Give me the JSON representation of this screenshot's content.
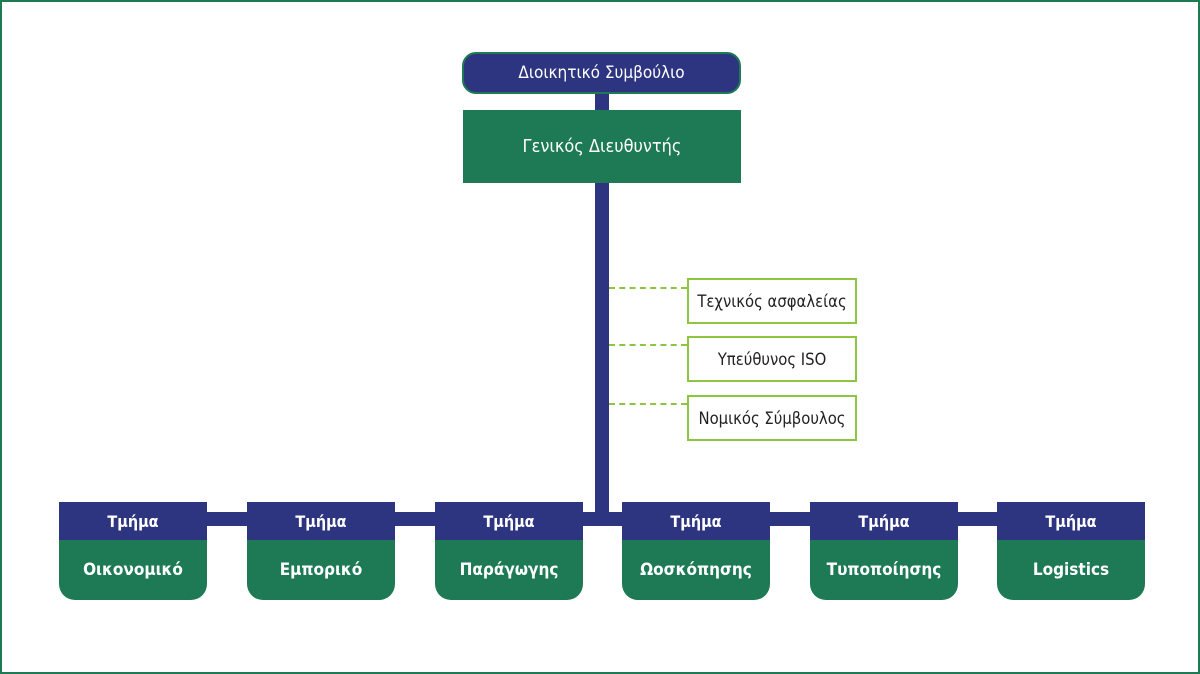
{
  "board": "Διοικητικό Συμβούλιο",
  "general_manager": "Γενικός Διευθυντής",
  "staff": [
    "Τεχνικός ασφαλείας",
    "Υπεύθυνος ISO",
    "Νομικός Σύμβουλος"
  ],
  "departments": [
    {
      "top": "Τμήμα",
      "name": "Οικονομικό"
    },
    {
      "top": "Τμήμα",
      "name": "Εμπορικό"
    },
    {
      "top": "Τμήμα",
      "name": "Παράγωγης"
    },
    {
      "top": "Τμήμα",
      "name": "Ωοσκόπησης"
    },
    {
      "top": "Τμήμα",
      "name": "Τυποποίησης"
    },
    {
      "top": "Τμήμα",
      "name": "Logistics"
    }
  ],
  "colors": {
    "navy": "#2e3580",
    "green": "#1d7a55",
    "lime": "#8cc63f"
  }
}
